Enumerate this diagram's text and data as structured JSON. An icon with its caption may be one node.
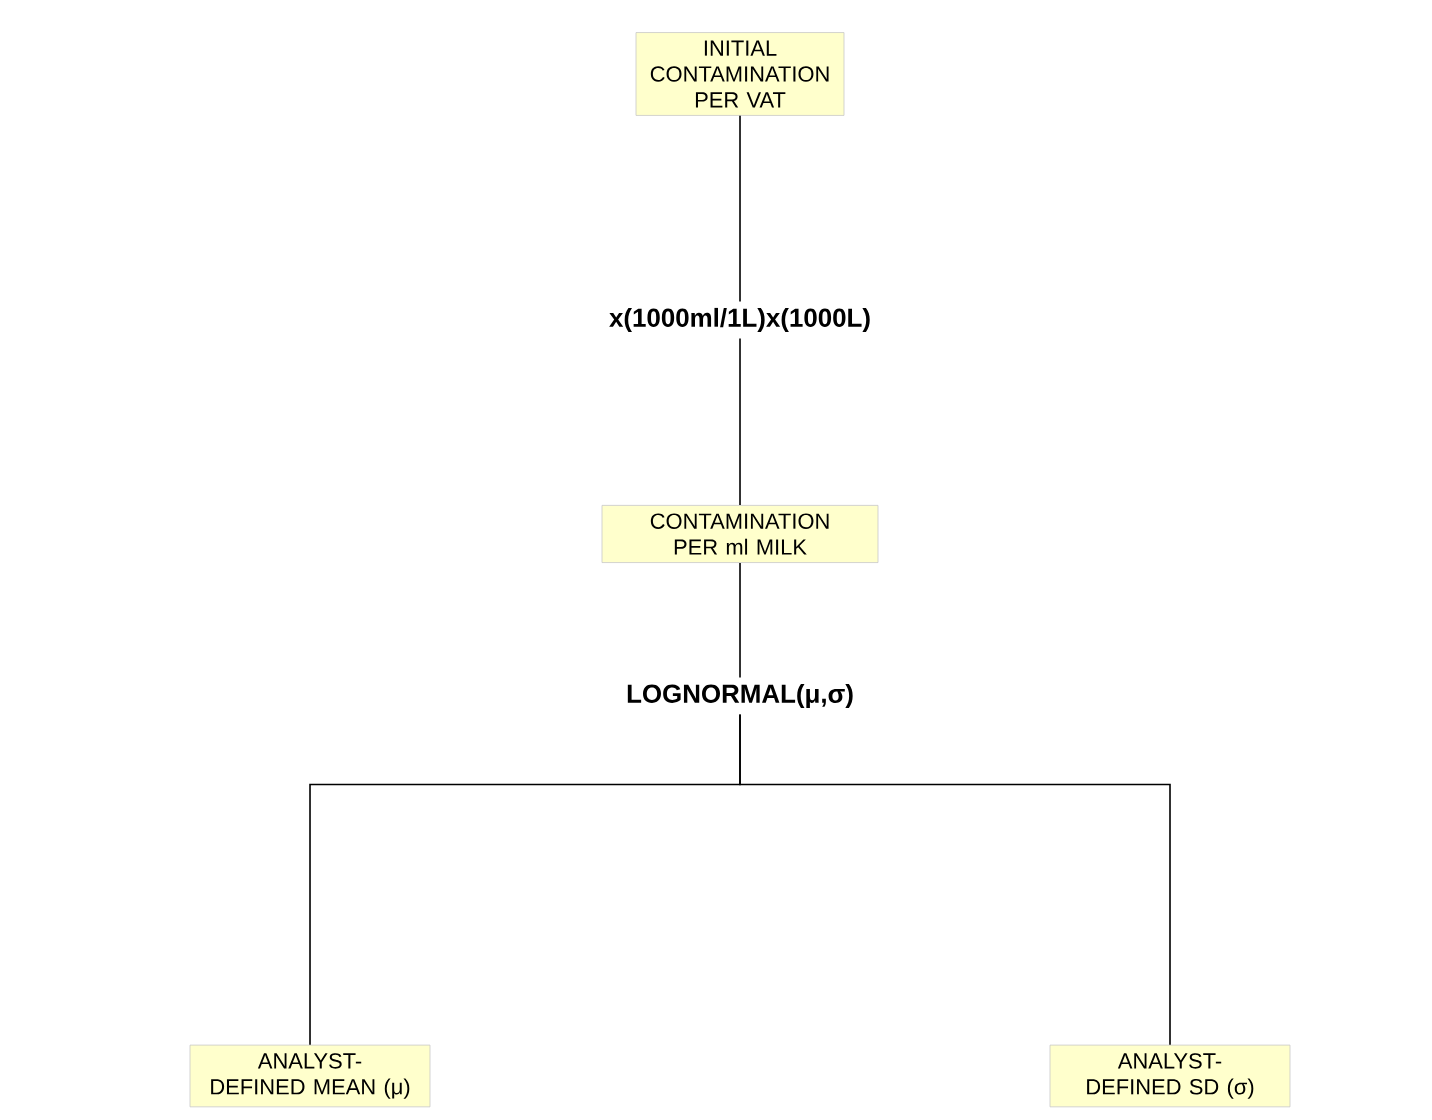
{
  "diagram": {
    "nodes": [
      {
        "text": [
          "INITIAL CONTAMINATION PER VAT"
        ]
      },
      {
        "text": [
          "**x(1000ml/1L)x(1000L)**"
        ]
      },
      {
        "text": [
          "CONTAMINATION PER ml MILK"
        ]
      },
      {
        "text": [
          "**LOGNORMAL(μ,σ)**"
        ]
      },
      {
        "text": [
          "ANALYST-DEFINED MEAN (μ)"
        ]
      },
      {
        "text": [
          "ANALYST-DEFINED SD (σ)"
        ]
      }
    ],
    "edges": [
      {
        "from": 0,
        "to": 1,
        "arrow": "none"
      },
      {
        "from": 1,
        "to": 2,
        "arrow": "none"
      },
      {
        "from": 2,
        "to": 3,
        "arrow": "none"
      },
      {
        "from": 3,
        "to": 4,
        "arrow": "none"
      },
      {
        "from": 3,
        "to": 5,
        "arrow": "none"
      }
    ]
  }
}
